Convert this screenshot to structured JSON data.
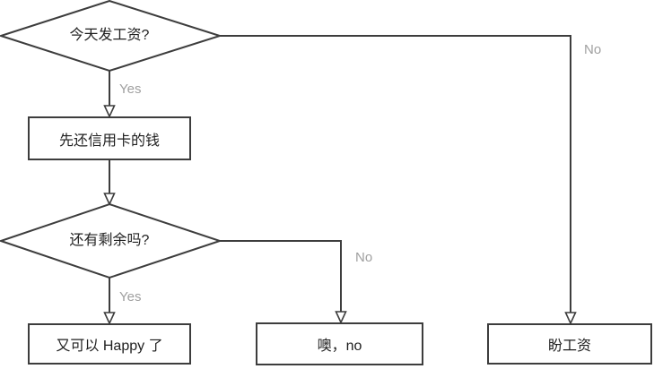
{
  "diagram": {
    "title": "payday-flowchart",
    "nodes": {
      "decision_payday": {
        "type": "decision",
        "label": "今天发工资?"
      },
      "process_pay_credit_card": {
        "type": "process",
        "label": "先还信用卡的钱"
      },
      "decision_remainder": {
        "type": "decision",
        "label": "还有剩余吗?"
      },
      "result_happy": {
        "type": "process",
        "label": "又可以 Happy 了"
      },
      "result_oh_no": {
        "type": "process",
        "label": "噢，no"
      },
      "result_wait_for_salary": {
        "type": "process",
        "label": "盼工资"
      }
    },
    "edges": {
      "payday_yes": {
        "from": "decision_payday",
        "to": "process_pay_credit_card",
        "label": "Yes"
      },
      "payday_no": {
        "from": "decision_payday",
        "to": "result_wait_for_salary",
        "label": "No"
      },
      "after_credit_card": {
        "from": "process_pay_credit_card",
        "to": "decision_remainder",
        "label": ""
      },
      "remainder_yes": {
        "from": "decision_remainder",
        "to": "result_happy",
        "label": "Yes"
      },
      "remainder_no": {
        "from": "decision_remainder",
        "to": "result_oh_no",
        "label": "No"
      }
    },
    "colors": {
      "line": "#3d3d3d",
      "node_border": "#3d3d3d",
      "node_fill": "#ffffff",
      "node_text": "#1f1f1f",
      "edge_label_text": "#a0a0a0",
      "background": "#ffffff"
    }
  }
}
